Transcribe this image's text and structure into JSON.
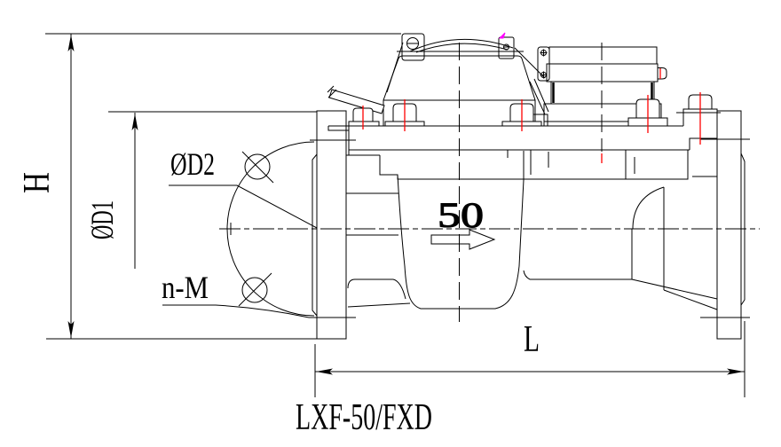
{
  "title": "LXF-50/FXD",
  "drawing": {
    "flow_marking": "50",
    "dim_height": "H",
    "dim_flange_diameter": "ØD1",
    "dim_bolt_circle_diameter": "ØD2",
    "dim_bolt_spec": "n-M",
    "dim_length": "L"
  },
  "colors": {
    "line": "#000000",
    "center_mark_red": "#ff0000",
    "datum_mark_magenta": "#ff00ff",
    "background": "#ffffff"
  }
}
